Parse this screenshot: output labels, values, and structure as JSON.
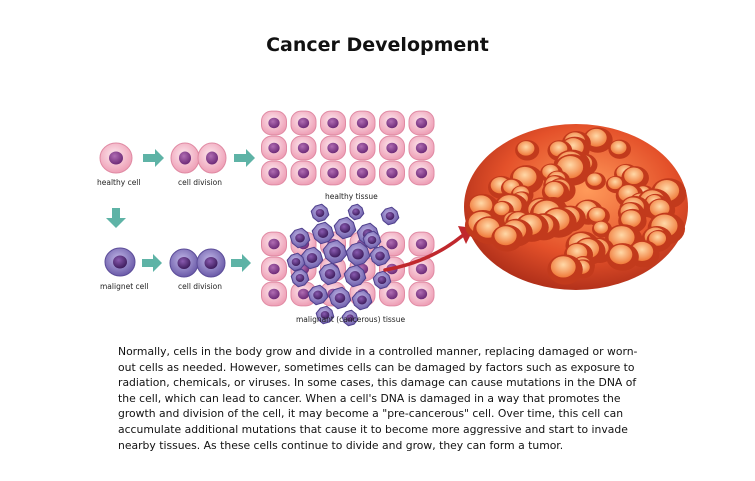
{
  "title": "Cancer Development",
  "labels": {
    "healthy_cell": "healthy cell",
    "cell_division_top": "cell division",
    "healthy_tissue": "healthy tissue",
    "malignant_cell": "malignet cell",
    "cell_division_bottom": "cell division",
    "malignant_tissue": "malignant (cancerous) tissue"
  },
  "description": "Normally, cells in the body grow and divide in a controlled manner, replacing damaged or worn-out cells as needed. However, sometimes cells can be damaged by factors such as exposure to radiation, chemicals, or viruses. In some cases, this damage can cause mutations in the DNA of the cell, which can lead to cancer. When a cell's DNA is damaged in a way that promotes the growth and division of the cell, it may become a \"pre-cancerous\" cell. Over time, this cell can accumulate additional mutations that cause it to become more aggressive and start to invade nearby tissues. As these cells continue to divide and grow, they can form a tumor.",
  "colors": {
    "healthy_fill": "#f6c6d3",
    "healthy_nucleus": "#8a3f8f",
    "malignant_fill": "#8e80c8",
    "malignant_nucleus": "#5a2f7f",
    "arrow": "#5eb3a6",
    "tumor": "#d9401f",
    "pointer_arrow": "#c0282d"
  }
}
